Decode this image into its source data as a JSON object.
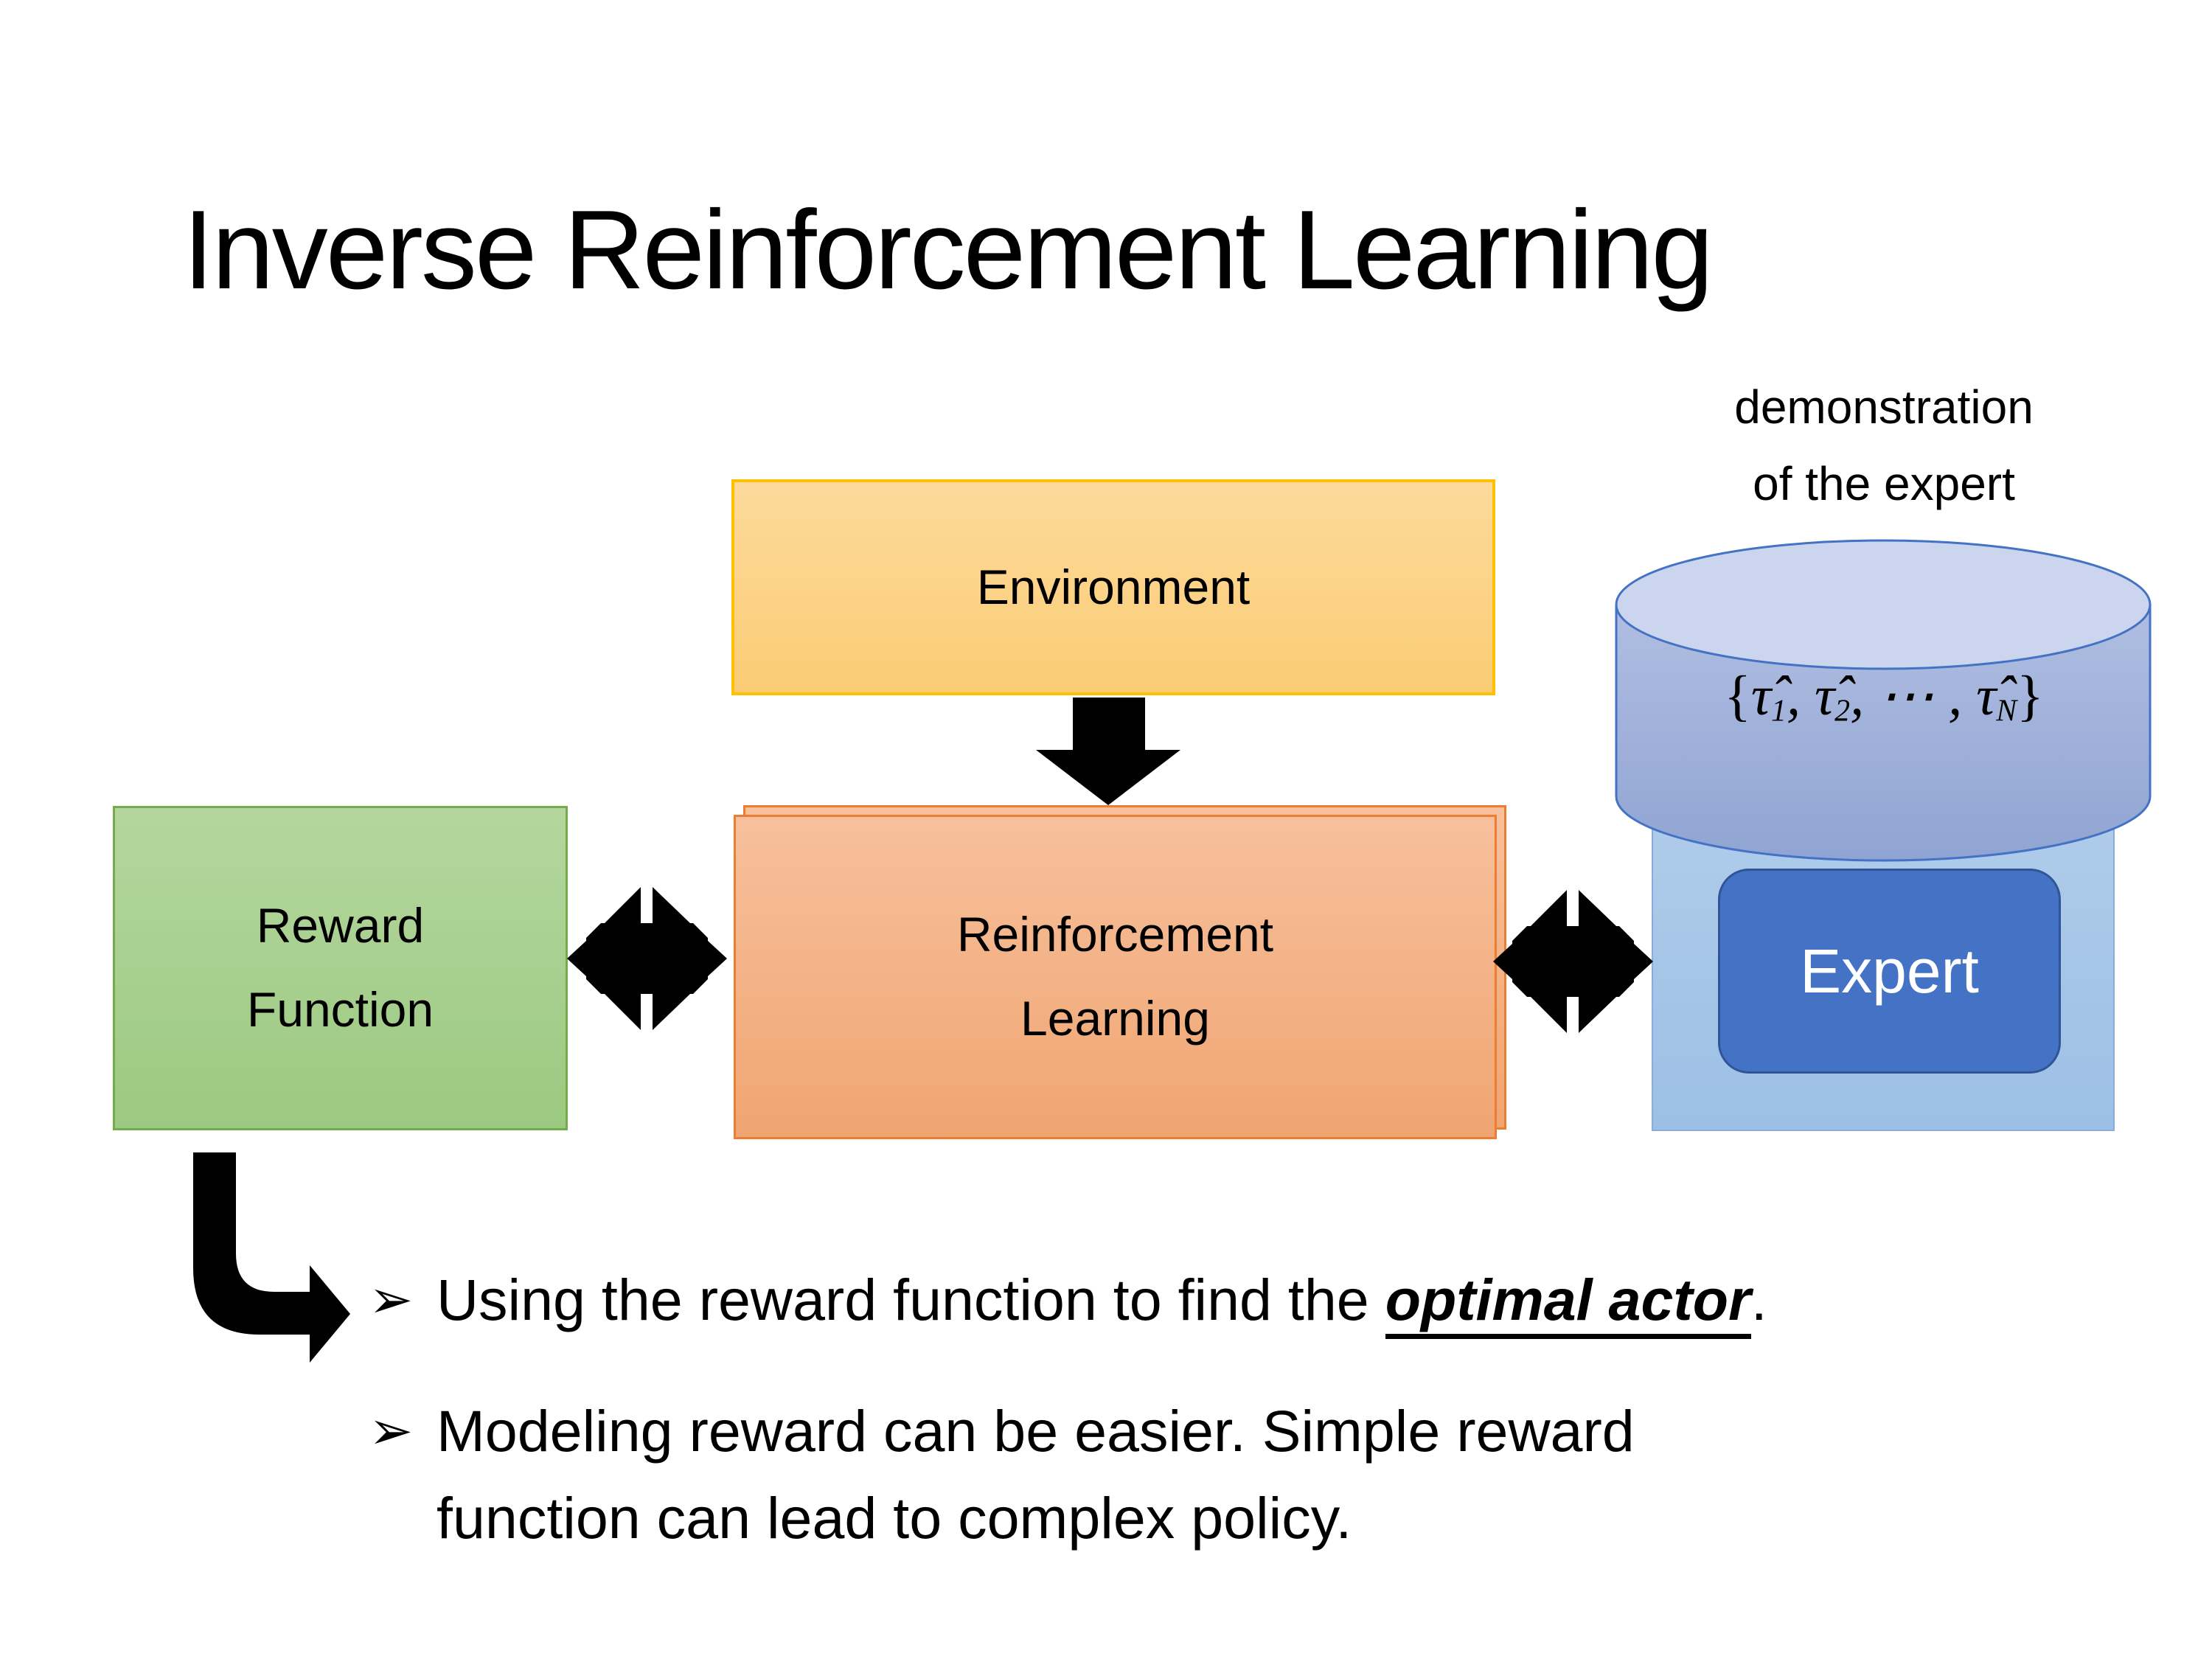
{
  "slide": {
    "title": "Inverse Reinforcement Learning",
    "annotation": {
      "line1": "demonstration",
      "line2": "of the expert"
    },
    "boxes": {
      "environment": "Environment",
      "reward_function": "Reward\nFunction",
      "reinforcement_learning": "Reinforcement\nLearning",
      "expert": "Expert"
    },
    "formula": {
      "open": "{",
      "tau": "τ̂",
      "sub1": "1",
      "sub2": "2",
      "subn": "N",
      "comma": ",",
      "dots": "⋯",
      "close": "}"
    },
    "bullets": {
      "marker": "➢",
      "item1": {
        "prefix": "Using the reward function to find the ",
        "emphasis": "optimal actor",
        "suffix": "."
      },
      "item2": {
        "text": "Modeling reward can be easier. Simple reward\nfunction can lead to complex policy."
      }
    },
    "colors": {
      "text": "#000000",
      "arrow": "#000000",
      "env_border": "#FFC000",
      "env_top": "#FDDA9C",
      "env_bottom": "#FACC74",
      "rf_border": "#74AC4C",
      "rf_top": "#B4D69E",
      "rf_bottom": "#9CC981",
      "rl_border": "#ED7D31",
      "rl_top": "#F7C09C",
      "rl_bottom": "#F0A571",
      "expert_panel_border": "#8BABD8",
      "expert_panel_top": "#BAD2ED",
      "expert_panel_bottom": "#9CC0E5",
      "expert_box": "#4472C4",
      "expert_box_border": "#2F5597",
      "expert_text": "#FFFFFF",
      "cylinder_border": "#4472C4",
      "cylinder_top_fill": "#CBD5EE",
      "cylinder_body_top": "#B0BEE1",
      "cylinder_body_bottom": "#90A4D3"
    }
  }
}
